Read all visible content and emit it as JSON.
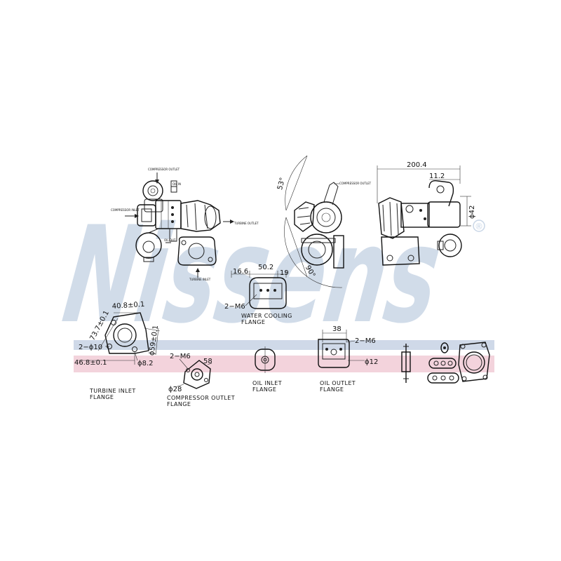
{
  "brand": {
    "watermark": "Nissens",
    "registered_mark": "®",
    "watermark_color": "#c9d6e6",
    "band_blue": "#cfd9e8",
    "band_pink": "#f3d3dc"
  },
  "views": {
    "left_view": {
      "labels": {
        "compressor_outlet": "COMPRESSOR OUTLET",
        "oil_in": "OIL IN",
        "compressor_inlet": "COMPRESSOR INLET",
        "oil_out": "OIL OUT",
        "turbine_outlet": "TURBINE OUTLET",
        "turbine_inlet": "TURBINE INLET"
      }
    },
    "center_view": {
      "angle_top": "53°",
      "angle_bottom": "90°",
      "label_compressor_outlet": "COMPRESSOR OUTLET",
      "water_cooling": {
        "dim_a": "16.6",
        "dim_b": "50.2",
        "dim_c": "19",
        "thread": "2−M6",
        "caption_line1": "WATER COOLING",
        "caption_line2": "FLANGE"
      }
    },
    "right_view": {
      "dim_width": "200.4",
      "dim_offset": "11.2",
      "dim_dia": "ϕ42"
    }
  },
  "flanges": {
    "turbine_inlet": {
      "dim_top": "40.8±0.1",
      "dim_diag": "73.7±0.1",
      "dim_right": "ϕ59±0.1",
      "dim_holes": "2−ϕ10",
      "dim_bottom": "46.8±0.1",
      "dim_hole_dia": "ϕ8.2",
      "caption_line1": "TURBINE INLET",
      "caption_line2": "FLANGE"
    },
    "compressor_outlet": {
      "thread": "2−M6",
      "dim_a": "58",
      "dim_dia": "ϕ28",
      "caption_line1": "COMPRESSOR OUTLET",
      "caption_line2": "FLANGE"
    },
    "oil_inlet": {
      "caption_line1": "OIL INLET",
      "caption_line2": "FLANGE"
    },
    "oil_outlet": {
      "dim_a": "38",
      "thread": "2−M6",
      "dim_dia": "ϕ12",
      "caption_line1": "OIL OUTLET",
      "caption_line2": "FLANGE"
    }
  }
}
